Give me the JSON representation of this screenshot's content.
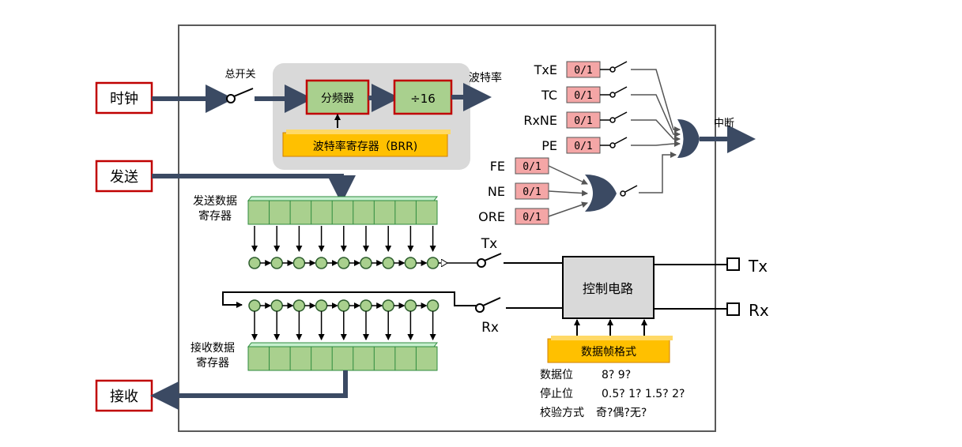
{
  "inputs": {
    "clock": "时钟",
    "send": "发送",
    "receive": "接收"
  },
  "clock_path": {
    "master_switch": "总开关",
    "divider": "分频器",
    "div16": "÷16",
    "baud_rate": "波特率",
    "brr": "波特率寄存器（BRR)"
  },
  "registers": {
    "tx_line1": "发送数据",
    "tx_line2": "寄存器",
    "rx_line1": "接收数据",
    "rx_line2": "寄存器"
  },
  "control": {
    "circuit": "控制电路",
    "frame_format": "数据帧格式",
    "tx_switch": "Tx",
    "rx_switch": "Rx"
  },
  "pins": {
    "tx": "Tx",
    "rx": "Rx"
  },
  "flags": [
    {
      "name": "TxE",
      "value": "0/1"
    },
    {
      "name": "TC",
      "value": "0/1"
    },
    {
      "name": "RxNE",
      "value": "0/1"
    },
    {
      "name": "PE",
      "value": "0/1"
    }
  ],
  "errors": [
    {
      "name": "FE",
      "value": "0/1"
    },
    {
      "name": "NE",
      "value": "0/1"
    },
    {
      "name": "ORE",
      "value": "0/1"
    }
  ],
  "interrupt": "中断",
  "format_rows": [
    {
      "label": "数据位",
      "value": "8? 9?"
    },
    {
      "label": "停止位",
      "value": "0.5? 1? 1.5? 2?"
    },
    {
      "label": "校验方式",
      "value": "奇?偶?无?"
    }
  ],
  "colors": {
    "arrow": "#3b4a63",
    "red_border": "#c00000",
    "green_fill": "#a9d08e",
    "orange_fill": "#ffc000",
    "flag_fill": "#f4a6a6",
    "gray_panel": "#d9d9d9"
  }
}
